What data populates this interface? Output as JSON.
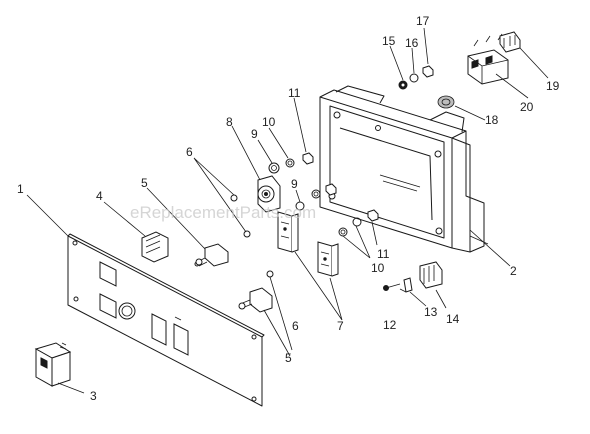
{
  "watermark": "eReplacementParts.com",
  "callouts": [
    "1",
    "2",
    "3",
    "4",
    "5",
    "5",
    "6",
    "6",
    "7",
    "8",
    "9",
    "9",
    "10",
    "10",
    "11",
    "11",
    "12",
    "13",
    "14",
    "15",
    "16",
    "17",
    "18",
    "19",
    "20"
  ]
}
